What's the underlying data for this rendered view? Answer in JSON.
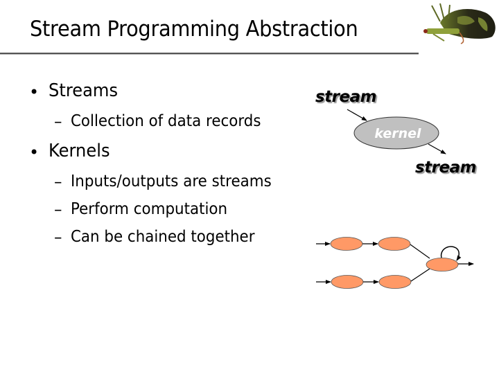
{
  "slide": {
    "title": "Stream Programming Abstraction",
    "logo": "fly-fishing-lure-icon",
    "bullets": [
      {
        "label": "Streams",
        "sub": [
          "Collection of data records"
        ]
      },
      {
        "label": "Kernels",
        "sub": [
          "Inputs/outputs are streams",
          "Perform computation",
          "Can be chained together"
        ]
      }
    ],
    "bullet_glyph": "•",
    "dash_glyph": "–"
  },
  "diagram_top": {
    "input_label": "stream",
    "kernel_label": "kernel",
    "output_label": "stream",
    "kernel_fill": "#c0c0c0"
  },
  "diagram_chain": {
    "node_fill": "#ff9966",
    "nodes": [
      "node-a1",
      "node-a2",
      "node-b1",
      "node-b2",
      "node-merge"
    ],
    "edges": [
      [
        "input",
        "node-a1"
      ],
      [
        "node-a1",
        "node-a2"
      ],
      [
        "node-a2",
        "node-merge"
      ],
      [
        "input",
        "node-b1"
      ],
      [
        "node-b1",
        "node-b2"
      ],
      [
        "node-b2",
        "node-merge"
      ],
      [
        "node-merge",
        "node-merge"
      ],
      [
        "node-merge",
        "output"
      ]
    ]
  }
}
